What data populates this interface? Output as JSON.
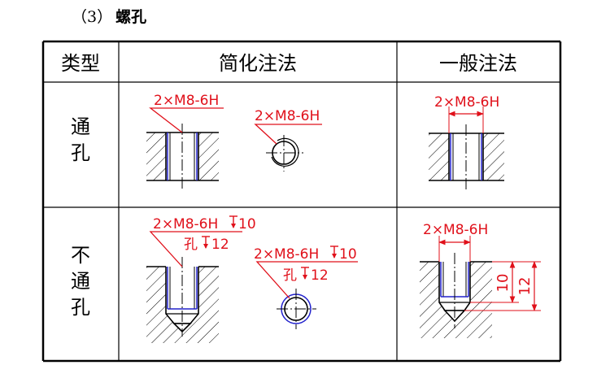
{
  "section": {
    "number": "（3）",
    "title": "螺孔"
  },
  "table": {
    "headers": {
      "type": "类型",
      "simplified": "简化注法",
      "general": "一般注法"
    },
    "rows": [
      {
        "type_chars": [
          "通",
          "孔"
        ]
      },
      {
        "type_chars": [
          "不",
          "通",
          "孔"
        ]
      }
    ]
  },
  "annotations": {
    "thread_spec": "2×M8-6H",
    "thread_spec_depth": "2×M8-6H",
    "thread_depth": "10",
    "hole_depth_prefix": "孔",
    "hole_depth": "12",
    "depth_symbol": "depth-symbol-icon"
  },
  "dimensions": {
    "thread_depth": "10",
    "hole_depth": "12"
  },
  "colors": {
    "annotation": "#e0101a",
    "thread": "#2222cc",
    "line": "#000000"
  }
}
